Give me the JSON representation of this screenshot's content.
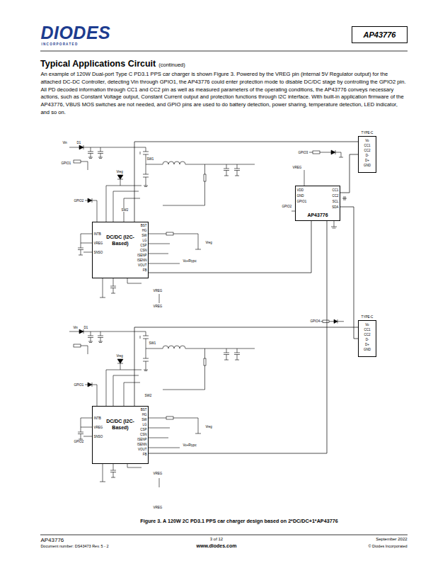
{
  "diagram": {
    "title": "Typical Applications Circuit",
    "caption": "Figure 3. A 120W 2C PD3.1 PPS car charger design based on 2*DC/DC+1*AP43776",
    "nodes": [
      {
        "text": [
          "AP43776"
        ]
      },
      {
        "text": [
          "TYPE-C"
        ]
      },
      {
        "text": [
          "AP43776"
        ]
      },
      {
        "text": [
          "DC/DC (I2C-Based)"
        ]
      },
      {
        "text": [
          "TYPE-C"
        ]
      },
      {
        "text": [
          "DC/DC (I2C-Based)"
        ]
      }
    ],
    "edges": [
      {
        "from": 2,
        "to": 1,
        "arrow": "none"
      },
      {
        "from": 3,
        "to": 1,
        "arrow": "none"
      },
      {
        "from": 2,
        "to": 3,
        "arrow": "none"
      },
      {
        "from": 2,
        "to": 4,
        "arrow": "none"
      },
      {
        "from": 5,
        "to": 4,
        "arrow": "none"
      },
      {
        "from": 2,
        "to": 5,
        "arrow": "none"
      }
    ],
    "labels": [
      "DIODES",
      "I N C O R P O R A T E D",
      "(continued)",
      "An example of 120W Dual-port Type C PD3.1 PPS car charger is shown Figure 3. Powered by the VREG pin (internal 5V Regulator output) for the attached DC-DC Controller, detecting Vin through GPIO1, the AP43776 could enter protection mode to disable DC/DC stage by controlling the GPIO2 pin. All PD decoded information through CC1 and CC2 pin as well as measured parameters of the operating conditions, the AP43776 conveys necessary actions, such as Constant Voltage output, Constant Current output and protection functions through I2C interface. With built-in application firmware of the AP43776, VBUS MOS switches are not needed, and GPIO pins are used to do battery detection, power sharing, temperature detection, LED indicator, and so on.",
      "Vin",
      "D1",
      "GPIO1",
      "SW1",
      "Vreg",
      "GPIO2",
      "SW2",
      "GPIO3",
      "VREG",
      "GPIO2",
      "Vo",
      "CC1",
      "CC2",
      "D-",
      "D+",
      "GND",
      "VDD",
      "GND",
      "GPIO1",
      "CC1",
      "CC2",
      "SCL",
      "SDA",
      "INTB",
      "VREG",
      "SNSO",
      "BST",
      "HG",
      "SW",
      "LG",
      "CSP",
      "CSN",
      "ISENP",
      "ISENN",
      "VOUT",
      "FB",
      "Vreg",
      "Vo+Rtypc",
      "VREG",
      "VREG",
      "Vin",
      "D1",
      "GPIO4",
      "Vo",
      "CC1",
      "CC2",
      "D-",
      "D+",
      "GND",
      "SW1",
      "Vreg",
      "GPIO1",
      "SW2",
      "INTB",
      "VREG",
      "SNSO",
      "BST",
      "HG",
      "SW",
      "LG",
      "CSP",
      "CSN",
      "ISENP",
      "ISENN",
      "VOUT",
      "FB",
      "Vreg",
      "Vo+Rtypc",
      "GPIO2",
      "VREG",
      "VREG",
      "AP43776",
      "Document number: DS43473 Rev. 5 - 2",
      "3 of 12",
      "www.diodes.com",
      "September 2022",
      "© Diodes Incorporated"
    ]
  }
}
